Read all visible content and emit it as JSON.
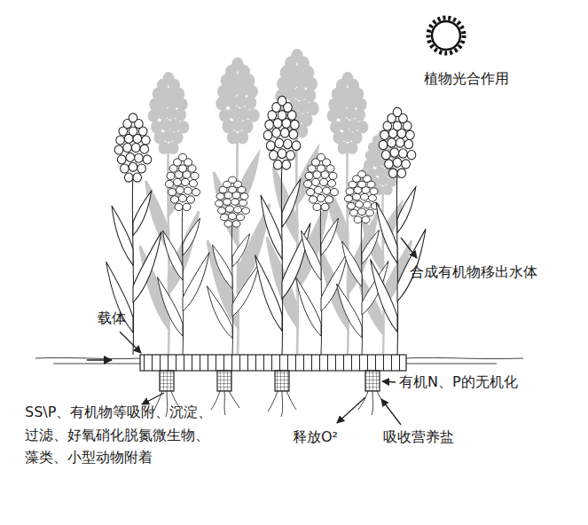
{
  "diagram": {
    "labels": [
      "植物光合作用",
      "合成有机物移出水体",
      "载体",
      "有机N、P的无机化",
      "SS\\P、有机物等吸附、沉淀、 过滤、好氧硝化脱氮微生物、 藻类、小型动物附着",
      "释放O²",
      "吸收营养盐"
    ]
  }
}
